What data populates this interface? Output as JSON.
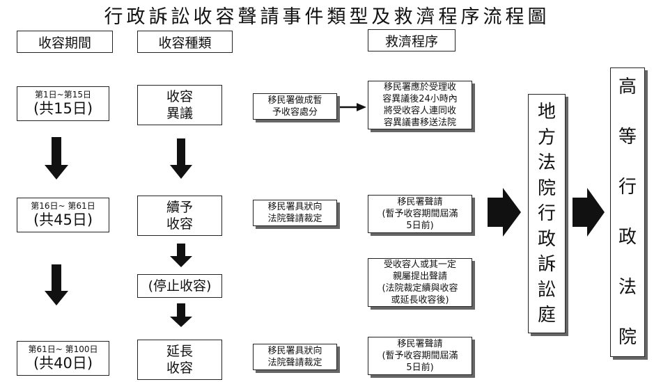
{
  "title": "行政訴訟收容聲請事件類型及救濟程序流程圖",
  "headers": {
    "period": "收容期間",
    "kind": "收容種類",
    "remedy": "救濟程序"
  },
  "periods": [
    {
      "range": "第1日~第15日",
      "total": "(共15日)"
    },
    {
      "range": "第16日~ 第61日",
      "total": "(共45日)"
    },
    {
      "range": "第61日~ 第100日",
      "total": "(共40日)"
    }
  ],
  "kinds": {
    "objection": "收容\n異議",
    "extend": "續予\n收容",
    "stop": "(停止收容)",
    "prolong": "延長\n收容"
  },
  "actions": {
    "a1": "移民署做成暫\n予收容處分",
    "a2": "移民署具狀向\n法院聲請裁定",
    "a3": "移民署具狀向\n法院聲請裁定"
  },
  "remedies": {
    "r1": "移民署應於受理收\n容異議後24小時內\n將受收容人連同收\n容異議書移送法院",
    "r2": "移民署聲請\n(暫予收容期間屆滿\n5日前)",
    "r3": "受收容人或其一定\n親屬提出聲請\n(法院裁定續與收容\n或延長收容後)",
    "r4": "移民署聲請\n(暫予收容期間屆滿\n5日前)"
  },
  "courts": {
    "district": [
      "地",
      "方",
      "法",
      "院",
      "行",
      "政",
      "訴",
      "訟",
      "庭"
    ],
    "high": [
      "高",
      "等",
      "行",
      "政",
      "法",
      "院"
    ]
  }
}
